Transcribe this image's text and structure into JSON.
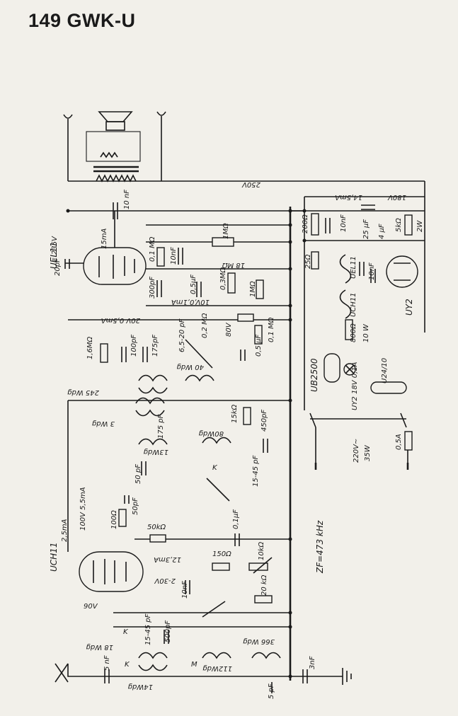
{
  "title": "149 GWK-U",
  "tubes": {
    "uel11": "UEL11",
    "uch11": "UCH11",
    "uy2": "UY2",
    "ub2500": "UB2500"
  },
  "labels": {
    "v235": "235V",
    "ma15": "15mA",
    "v250": "250V",
    "ma145": "14,5mA",
    "v180": "180V",
    "v20": "20V 0,5mA",
    "v10": "10V,0,1mA",
    "v80": "80V",
    "v100": "100V 5,5mA",
    "ma25": "2,5mA",
    "v2_30": "2-30V",
    "ma123": "12,3mA",
    "v90": "90V",
    "zf": "ZF=473 kHz",
    "mains": "220V~",
    "mainsw": "35W",
    "fuse": "0,5A",
    "uy2lamp": "UY2 18V 0,1A",
    "u24": "U24/10",
    "k": "K",
    "m": "M"
  },
  "components": {
    "c20pf": "20pF",
    "c10nf_top": "10 nF",
    "r1m_a": "1MΩ",
    "r01m": "0,1 MΩ",
    "c10nf_b": "10nF",
    "r18m": "18 MΩ",
    "r03m": "0,3MΩ",
    "c300pf": "300pF",
    "c05uf_a": "0,5µF",
    "r1m_b": "1MΩ",
    "r02m": "0,2 MΩ",
    "c625": "6,5-20 pF",
    "r01m_b": "0,1 MΩ",
    "c05uf_b": "0,5 µF",
    "r16m": "1,6MΩ",
    "c100pf": "100pF",
    "c175pf": "175pF",
    "l40": "40 Wdg",
    "l245": "245 Wdg",
    "l3": "3 Wdg",
    "c175pf2": "175 pF",
    "r15k": "15kΩ",
    "c450pf": "450pF",
    "l80": "80Wdg",
    "l13": "13Wdg",
    "c50pf": "50 pF",
    "c1545": "15-45 pF",
    "r100": "100Ω",
    "c50pf2": "50pF",
    "r50k": "50kΩ",
    "c01uf": "0,1µF",
    "r150": "150Ω",
    "r10k": "10kΩ",
    "c10nf_c": "10nF",
    "r20k": "20 kΩ",
    "l18": "18 Wdg",
    "c1545b": "15-45 pF",
    "c500pf": "500pF",
    "l366": "366 Wdg",
    "l112": "112Wdg",
    "c5nf": "5 nF",
    "c5pf": "5 pF",
    "l14": "14Wdg",
    "c3nf": "3nF",
    "r200": "200Ω",
    "c10nf_d": "10nF",
    "c25uf": "25 µF",
    "c4uf": "4 µF",
    "r5k": "5kΩ",
    "r5kw": "2W",
    "r25": "25Ω",
    "uel11h": "UEL11",
    "c10nf_e": "10nF",
    "uch11h": "UCH11",
    "r800": "800Ω",
    "r800w": "10 W"
  }
}
